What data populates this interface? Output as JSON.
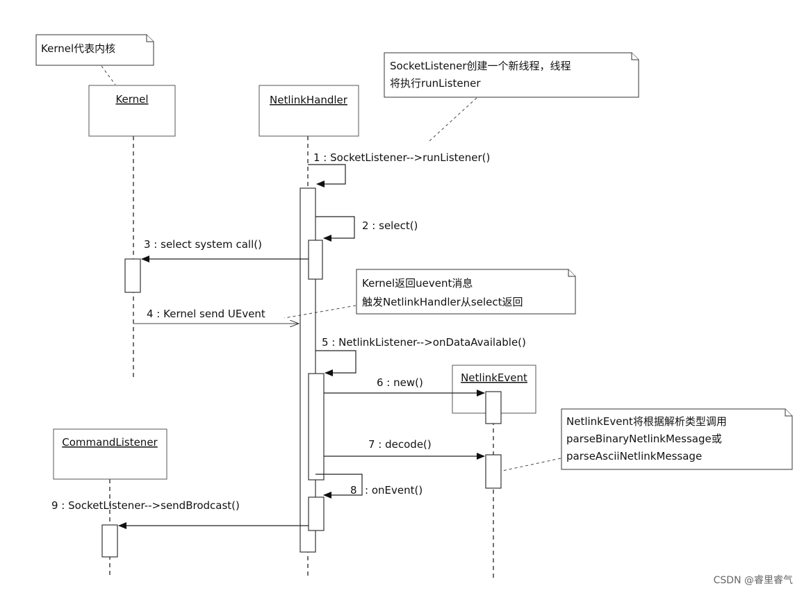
{
  "participants": {
    "kernel": "Kernel",
    "netlink_handler": "NetlinkHandler",
    "netlink_event": "NetlinkEvent",
    "command_listener": "CommandListener"
  },
  "messages": {
    "m1": "1 : SocketListener-->runListener()",
    "m2": "2 : select()",
    "m3": "3 : select system call()",
    "m4": "4 : Kernel send UEvent",
    "m5": "5 : NetlinkListener-->onDataAvailable()",
    "m6": "6 : new()",
    "m7": "7 : decode()",
    "m8": "8",
    "m8_text": ": onEvent()",
    "m9": "9 : SocketListener-->sendBrodcast()"
  },
  "notes": {
    "kernel_note": "Kernel代表内核",
    "socket_note_line1": "SocketListener创建一个新线程，线程",
    "socket_note_line2": "将执行runListener",
    "uevent_note_line1": "Kernel返回uevent消息",
    "uevent_note_line2": "触发NetlinkHandler从select返回",
    "event_note_line1": "NetlinkEvent将根据解析类型调用",
    "event_note_line2": "parseBinaryNetlinkMessage或",
    "event_note_line3": "parseAsciiNetlinkMessage"
  },
  "watermark": "CSDN @睿里睿气"
}
